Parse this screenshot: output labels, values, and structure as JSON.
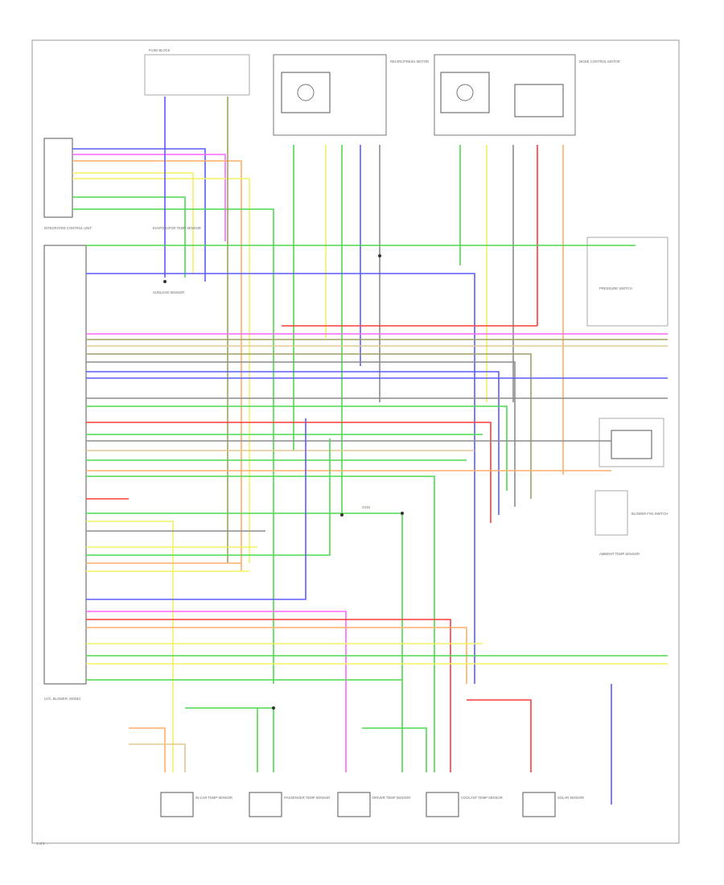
{
  "colors": {
    "blue": "#5b5bff",
    "yellow": "#f2f263",
    "green": "#4fd84f",
    "red": "#ff3b3b",
    "pink": "#ff66ff",
    "orange": "#ffae66",
    "olive": "#a0a060",
    "gray": "#8c8c8c",
    "tan": "#e0c890"
  },
  "page_id": "1 of 2 ...",
  "labels": {
    "computer": "INTEGRATED CONTROL UNIT",
    "computer_note": "(A/C, BLOWER, MODE)",
    "recirc_motor": "RECIRC/FRESH MOTOR",
    "mode_motor": "MODE CONTROL MOTOR",
    "evap_sensor": "EVAPORATOR TEMP SENSOR",
    "sun_sensor": "SUNLOAD SENSOR",
    "press_switch": "PRESSURE SWITCH",
    "ambient_sensor": "AMBIENT TEMP SENSOR",
    "fan_switch": "BLOWER FAN SWITCH",
    "sensor_1": "IN-CAR TEMP SENSOR",
    "sensor_2": "PASSENGER TEMP SENSOR",
    "sensor_3": "DRIVER TEMP SENSOR",
    "sensor_4": "COOLANT TEMP SENSOR",
    "sensor_5": "SOLAR SENSOR",
    "fuse_block": "FUSE BLOCK",
    "splice": "G101"
  }
}
